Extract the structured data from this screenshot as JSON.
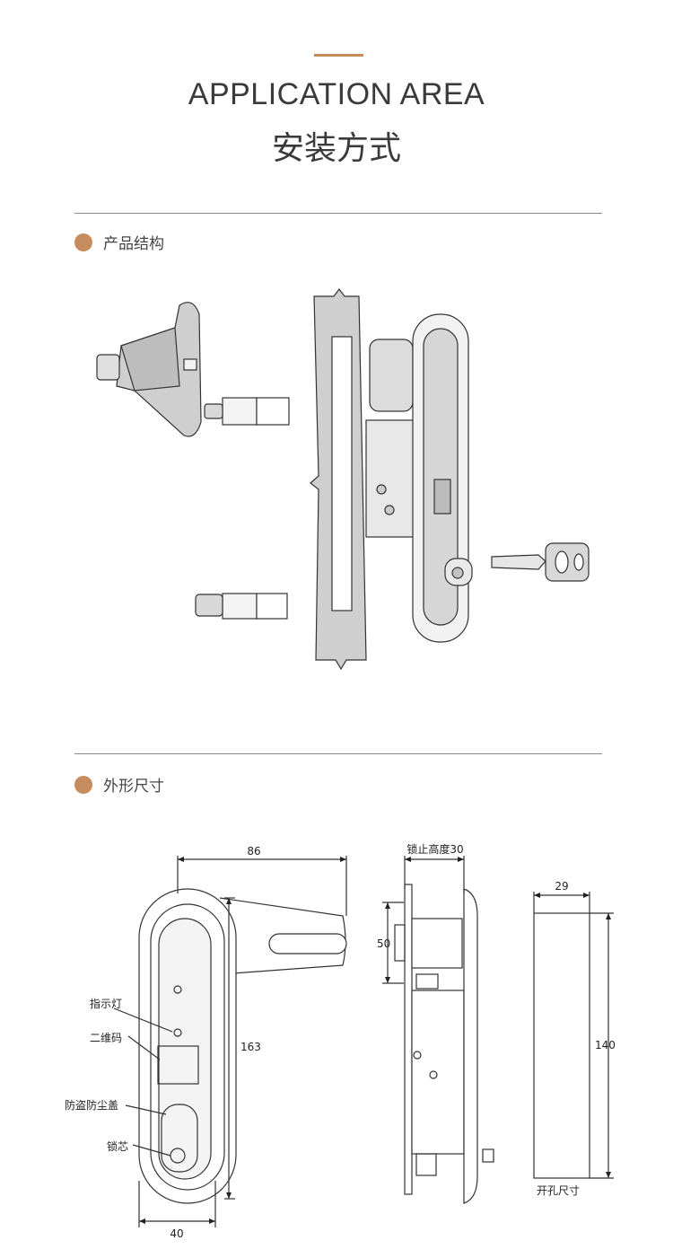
{
  "header": {
    "title_en": "APPLICATION AREA",
    "title_cn": "安装方式",
    "accent_color": "#c88a5a"
  },
  "sections": [
    {
      "label": "产品结构",
      "dot_color": "#c78c5d"
    },
    {
      "label": "外形尺寸",
      "dot_color": "#c78c5d"
    }
  ],
  "dimensions": {
    "handle_width": "86",
    "body_height": "163",
    "body_width": "40",
    "lock_height": "锁止高度30",
    "side_50": "50",
    "cutout_width": "29",
    "cutout_height": "140",
    "cutout_label": "开孔尺寸"
  },
  "callouts": {
    "indicator": "指示灯",
    "qr_code": "二维码",
    "dust_cover": "防盗防尘盖",
    "lock_core": "锁芯"
  }
}
